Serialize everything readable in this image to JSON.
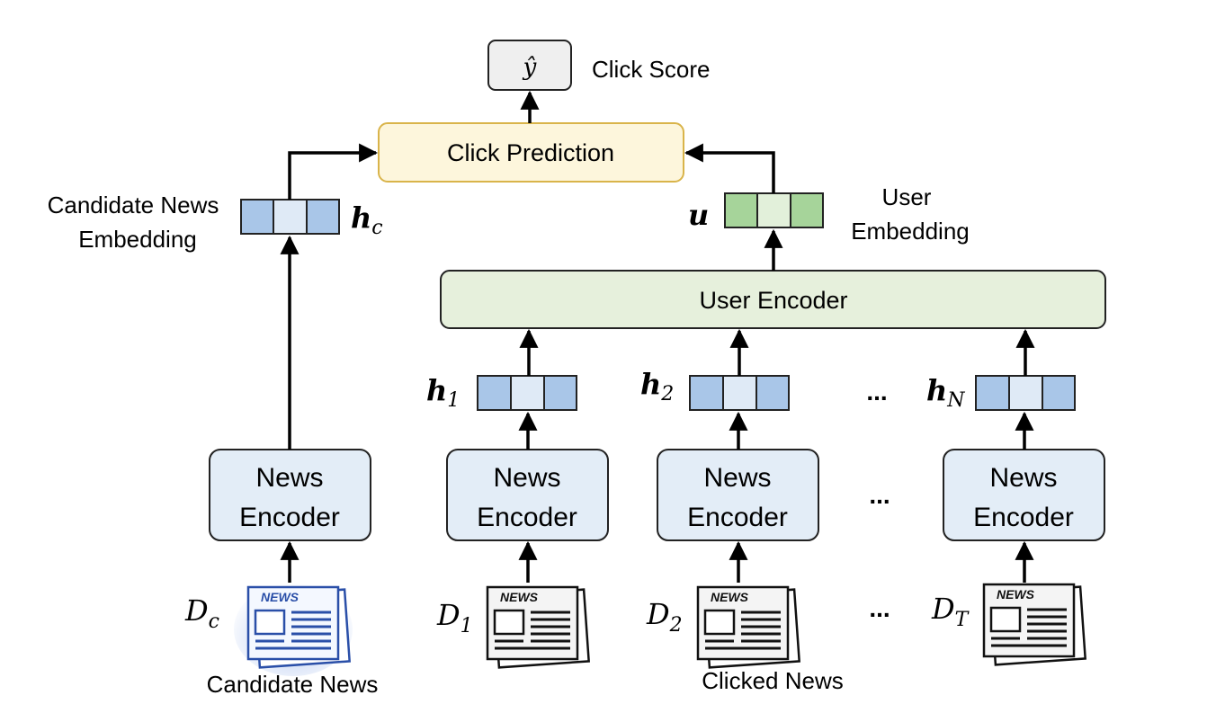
{
  "click_score": {
    "symbol": "ŷ",
    "label": "Click Score"
  },
  "click_prediction": {
    "label": "Click Prediction"
  },
  "candidate": {
    "embedding_label_line1": "Candidate News",
    "embedding_label_line2": "Embedding",
    "vector": {
      "base": "h",
      "sub": "c"
    },
    "encoder_line1": "News",
    "encoder_line2": "Encoder",
    "doc": {
      "base": "D",
      "sub": "c"
    },
    "caption": "Candidate News"
  },
  "user": {
    "vector_label": "u",
    "embedding_label_line1": "User",
    "embedding_label_line2": "Embedding",
    "encoder_label": "User Encoder"
  },
  "clicked": {
    "columns": [
      {
        "h_base": "h",
        "h_sub": "1",
        "enc_line1": "News",
        "enc_line2": "Encoder",
        "d_base": "D",
        "d_sub": "1"
      },
      {
        "h_base": "h",
        "h_sub": "2",
        "enc_line1": "News",
        "enc_line2": "Encoder",
        "d_base": "D",
        "d_sub": "2"
      },
      {
        "h_base": "h",
        "h_sub": "N",
        "enc_line1": "News",
        "enc_line2": "Encoder",
        "d_base": "D",
        "d_sub": "T"
      }
    ],
    "ellipsis": "...",
    "caption": "Clicked News"
  },
  "newspaper": {
    "masthead": "NEWS"
  },
  "colors": {
    "score_fill": "#efefef",
    "prediction_fill": "#fdf6dc",
    "prediction_stroke": "#d9b44a",
    "user_encoder_fill": "#e6f0dc",
    "encoder_fill": "#e3edf7",
    "vec_blue_dark": "#a9c6e8",
    "vec_blue_light": "#dfeaf6",
    "vec_green_dark": "#a6d49a",
    "vec_green_light": "#e2f0da",
    "candidate_paper_tint": "#3b6fd8"
  }
}
